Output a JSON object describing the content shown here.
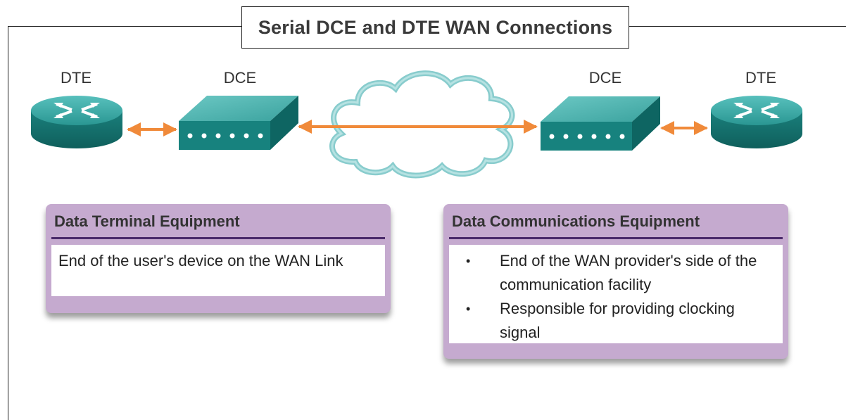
{
  "title": "Serial DCE and DTE WAN Connections",
  "devices": [
    {
      "type": "router",
      "label": "DTE"
    },
    {
      "type": "modem",
      "label": "DCE"
    },
    {
      "type": "modem",
      "label": "DCE"
    },
    {
      "type": "router",
      "label": "DTE"
    }
  ],
  "cards": {
    "dte": {
      "title": "Data Terminal Equipment",
      "text": "End of the user's device on the WAN Link"
    },
    "dce": {
      "title": "Data Communications Equipment",
      "bullets": [
        "End of the WAN provider's side of the communication facility",
        "Responsible for providing clocking signal"
      ]
    }
  },
  "colors": {
    "device_teal": "#1f8f8a",
    "arrow_orange": "#f08a3a",
    "cloud_teal": "#6fc3c4",
    "card_purple": "#c5aacf",
    "card_rule": "#4a2a6a"
  }
}
